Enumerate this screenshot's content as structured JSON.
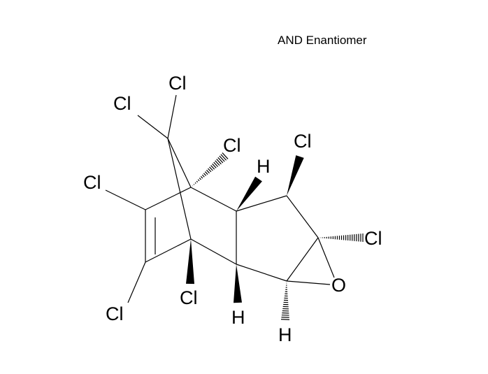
{
  "annotation": "AND Enantiomer",
  "atoms": {
    "cl_bridge_top": "Cl",
    "cl_bridge_left": "Cl",
    "cl_bridgehead_top": "Cl",
    "cl_alkene_top": "Cl",
    "cl_alkene_bottom": "Cl",
    "cl_bridgehead_bottom": "Cl",
    "h_fusion_top": "H",
    "h_fusion_bottom": "H",
    "cl_ring_top": "Cl",
    "cl_epoxide": "Cl",
    "o_epoxide": "O",
    "h_epoxide": "H"
  }
}
